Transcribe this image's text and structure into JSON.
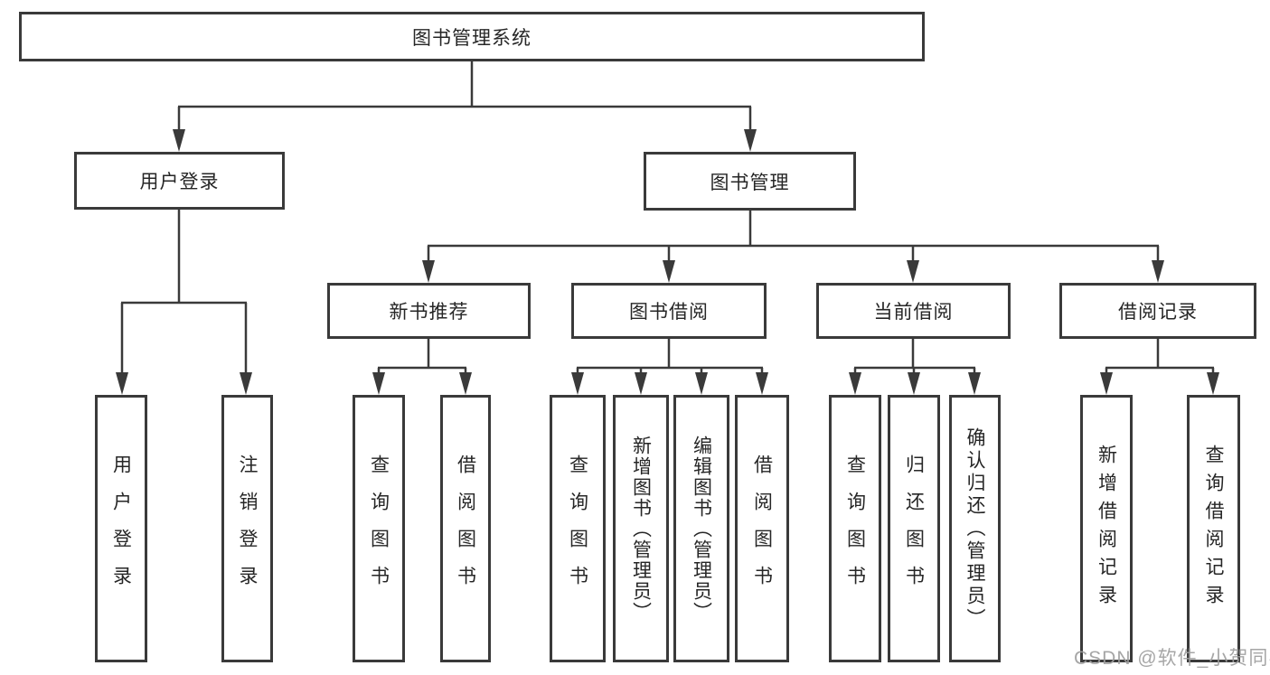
{
  "diagram": {
    "watermark": "CSDN @软件_小贺同学",
    "colors": {
      "line": "#3a3a3a",
      "box_border": "#3a3a3a",
      "text": "#262626",
      "watermark": "#9e9e9e",
      "background": "#ffffff"
    },
    "tree": {
      "label": "图书管理系统",
      "children": [
        {
          "label": "用户登录",
          "children": [
            {
              "label": "用户登录"
            },
            {
              "label": "注销登录"
            }
          ]
        },
        {
          "label": "图书管理",
          "children": [
            {
              "label": "新书推荐",
              "children": [
                {
                  "label": "查询图书"
                },
                {
                  "label": "借阅图书"
                }
              ]
            },
            {
              "label": "图书借阅",
              "children": [
                {
                  "label": "查询图书"
                },
                {
                  "label": "新增图书（管理员）"
                },
                {
                  "label": "编辑图书（管理员）"
                },
                {
                  "label": "借阅图书"
                }
              ]
            },
            {
              "label": "当前借阅",
              "children": [
                {
                  "label": "查询图书"
                },
                {
                  "label": "归还图书"
                },
                {
                  "label": "确认归还（管理员）"
                }
              ]
            },
            {
              "label": "借阅记录",
              "children": [
                {
                  "label": "新增借阅记录"
                },
                {
                  "label": "查询借阅记录"
                }
              ]
            }
          ]
        }
      ]
    }
  }
}
